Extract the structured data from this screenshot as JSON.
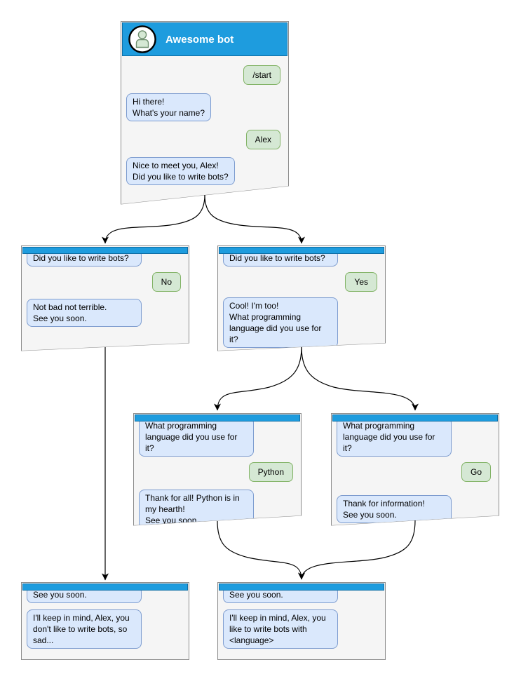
{
  "diagram": {
    "type": "chatbot-conversation-flow",
    "bot_title": "Awesome bot",
    "colors": {
      "titlebar_blue": "#1E9CDE",
      "bot_bubble_fill": "#DAE8FC",
      "bot_bubble_border": "#7D9CCF",
      "user_bubble_fill": "#D5E8D4",
      "user_bubble_border": "#82B366",
      "window_fill": "#F5F5F5",
      "window_border": "#8C8C8C",
      "arrow": "#000000"
    },
    "windows": {
      "root": {
        "title": "Awesome bot",
        "user_start": "/start",
        "bot_greeting": "Hi there!\nWhat's your name?",
        "user_name": "Alex",
        "bot_question": "Nice to meet you, Alex!\nDid you like to write bots?"
      },
      "branch_no": {
        "context": "Did you like to write bots?",
        "user_answer": "No",
        "bot_reply": "Not bad not terrible.\nSee you soon."
      },
      "branch_yes": {
        "context": "Did you like to write bots?",
        "user_answer": "Yes",
        "bot_reply": "Cool! I'm too!\nWhat programming\nlanguage did you use for it?"
      },
      "branch_python": {
        "context": "What programming\nlanguage did you use for it?",
        "user_answer": "Python",
        "bot_reply": "Thank for all! Python is in\nmy hearth!\nSee you soon."
      },
      "branch_go": {
        "context": "What programming\nlanguage did you use for it?",
        "user_answer": "Go",
        "bot_reply": "Thank for information!\nSee you soon."
      },
      "end_no": {
        "context": "See you soon.",
        "bot_reply": "I'll keep in mind, Alex, you\ndon't like to write bots, so\nsad..."
      },
      "end_yes": {
        "context": "See you soon.",
        "bot_reply": "I'll keep in mind, Alex, you\nlike to write bots with\n<language>"
      }
    },
    "edges": [
      {
        "from": "root",
        "to": "branch_no"
      },
      {
        "from": "root",
        "to": "branch_yes"
      },
      {
        "from": "branch_yes",
        "to": "branch_python"
      },
      {
        "from": "branch_yes",
        "to": "branch_go"
      },
      {
        "from": "branch_no",
        "to": "end_no"
      },
      {
        "from": "branch_python",
        "to": "end_yes"
      },
      {
        "from": "branch_go",
        "to": "end_yes"
      }
    ]
  }
}
